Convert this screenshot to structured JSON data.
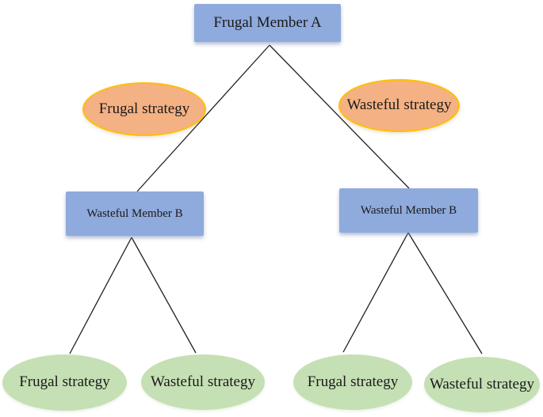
{
  "diagram": {
    "type": "game-tree",
    "colors": {
      "member_node_fill": "#8FAADC",
      "strategy_orange_fill": "#F4B183",
      "strategy_orange_border": "#FFC000",
      "strategy_green_fill": "#C5E0B4",
      "edge_line": "#1f1f1f",
      "text": "#1a1a1a"
    },
    "nodes": {
      "root": {
        "label": "Frugal Member A",
        "shape": "rectangle"
      },
      "branch_left": {
        "label": "Frugal strategy",
        "shape": "ellipse"
      },
      "branch_right": {
        "label": "Wasteful strategy",
        "shape": "ellipse"
      },
      "member_b_left": {
        "label": "Wasteful Member B",
        "shape": "rectangle"
      },
      "member_b_right": {
        "label": "Wasteful Member B",
        "shape": "rectangle"
      },
      "leaf_left_1": {
        "label": "Frugal strategy",
        "shape": "ellipse"
      },
      "leaf_left_2": {
        "label": "Wasteful strategy",
        "shape": "ellipse"
      },
      "leaf_right_1": {
        "label": "Frugal strategy",
        "shape": "ellipse"
      },
      "leaf_right_2": {
        "label": "Wasteful strategy",
        "shape": "ellipse"
      }
    },
    "edges": [
      {
        "from": "root",
        "to": "member_b_left"
      },
      {
        "from": "root",
        "to": "member_b_right"
      },
      {
        "from": "member_b_left",
        "to": "leaf_left_1"
      },
      {
        "from": "member_b_left",
        "to": "leaf_left_2"
      },
      {
        "from": "member_b_right",
        "to": "leaf_right_1"
      },
      {
        "from": "member_b_right",
        "to": "leaf_right_2"
      }
    ]
  }
}
